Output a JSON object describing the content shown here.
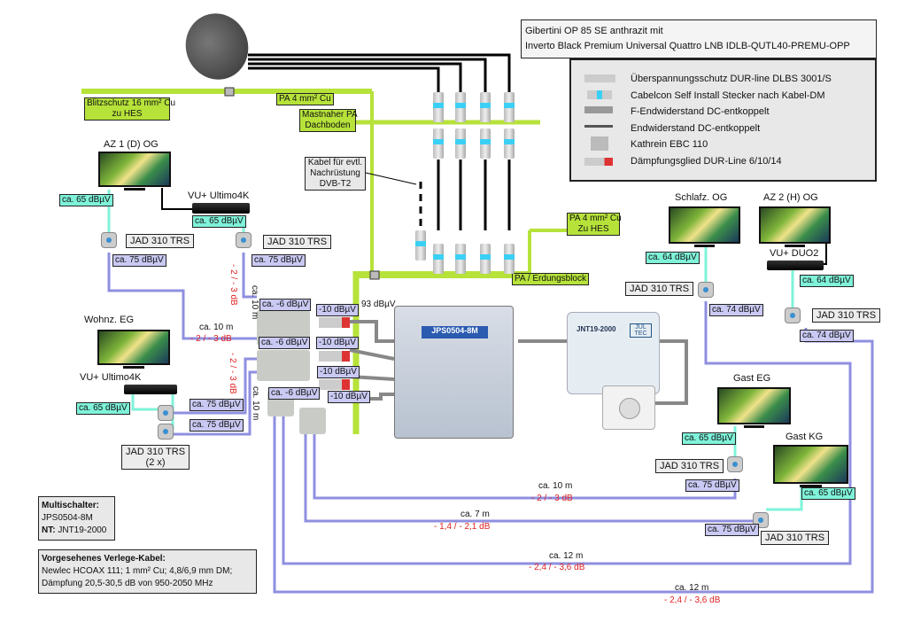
{
  "header": {
    "line1": "Gibertini OP 85 SE anthrazit mit",
    "line2": "Inverto Black Premium Universal Quattro LNB IDLB-QUTL40-PREMU-OPP"
  },
  "legend": [
    {
      "icon": "surge-protector-icon",
      "label": "Überspannungsschutz DUR-line DLBS 3001/S"
    },
    {
      "icon": "f-connector-icon",
      "label": "Cabelcon Self Install Stecker nach Kabel-DM"
    },
    {
      "icon": "f-terminator-icon",
      "label": "F-Endwiderstand DC-entkoppelt"
    },
    {
      "icon": "terminator-icon",
      "label": "Endwiderstand DC-entkoppelt"
    },
    {
      "icon": "splitter-icon",
      "label": "Kathrein EBC 110"
    },
    {
      "icon": "attenuator-icon",
      "label": "Dämpfungsglied DUR-Line 6/10/14"
    }
  ],
  "grounding": {
    "blitzschutz": [
      "Blitzschutz 16 mm² Cu",
      "zu HES"
    ],
    "pa_top": "PA 4 mm² Cu",
    "mastnaher": [
      "Mastnaher PA",
      "Dachboden"
    ],
    "pa_hes": [
      "PA 4 mm² Cu",
      "Zu HES"
    ],
    "erdungsblock": "PA / Erdungsblock"
  },
  "dvbt": [
    "Kabel für evtl.",
    "Nachrüstung",
    "DVB-T2"
  ],
  "rooms": {
    "az1": "AZ 1 (D) OG",
    "wohnz": "Wohnz. EG",
    "schlafz": "Schlafz. OG",
    "az2": "AZ 2 (H) OG",
    "gasteg": "Gast EG",
    "gastkg": "Gast KG"
  },
  "receivers": {
    "ultimo1": "VU+ Ultimo4K",
    "ultimo2": "VU+ Ultimo4K",
    "duo2": "VU+ DUO2"
  },
  "jad": "JAD 310 TRS",
  "jad2": [
    "JAD 310 TRS",
    "(2 x)"
  ],
  "levels": {
    "l65": "ca. 65 dBµV",
    "l75": "ca. 75 dBµV",
    "l64": "ca. 64 dBµV",
    "l74": "ca. 74 dBµV",
    "m6": "ca. -6 dBµV",
    "m10": "-10 dBµV",
    "l93": "93 dBµV"
  },
  "cables": {
    "c10": "ca. 10 m",
    "d23": "- 2 / - 3 dB",
    "c7": "ca. 7 m",
    "d1421": "- 1,4 / - 2,1 dB",
    "c12": "ca. 12 m",
    "d2436": "- 2,4 / - 3,6 dB"
  },
  "multiswitch": {
    "name": "JPS0504-8M",
    "psu": "JNT19-2000",
    "psu_brand": "JUL TEC"
  },
  "info": {
    "ms_title": "Multischalter:",
    "ms_value": "JPS0504-8M",
    "nt_title": "NT:",
    "nt_value": "JNT19-2000",
    "cable_title": "Vorgesehenes Verlege-Kabel:",
    "cable_line1": "Newlec HCOAX 111; 1 mm² Cu; 4,8/6,9 mm DM;",
    "cable_line2": "Dämpfung 20,5-30,5 dB von 950-2050 MHz"
  },
  "colors": {
    "ground": "#b6e23a",
    "coax_in": "#7ff3d9",
    "coax_out": "#8f8fe0",
    "lnb": "#000000"
  }
}
